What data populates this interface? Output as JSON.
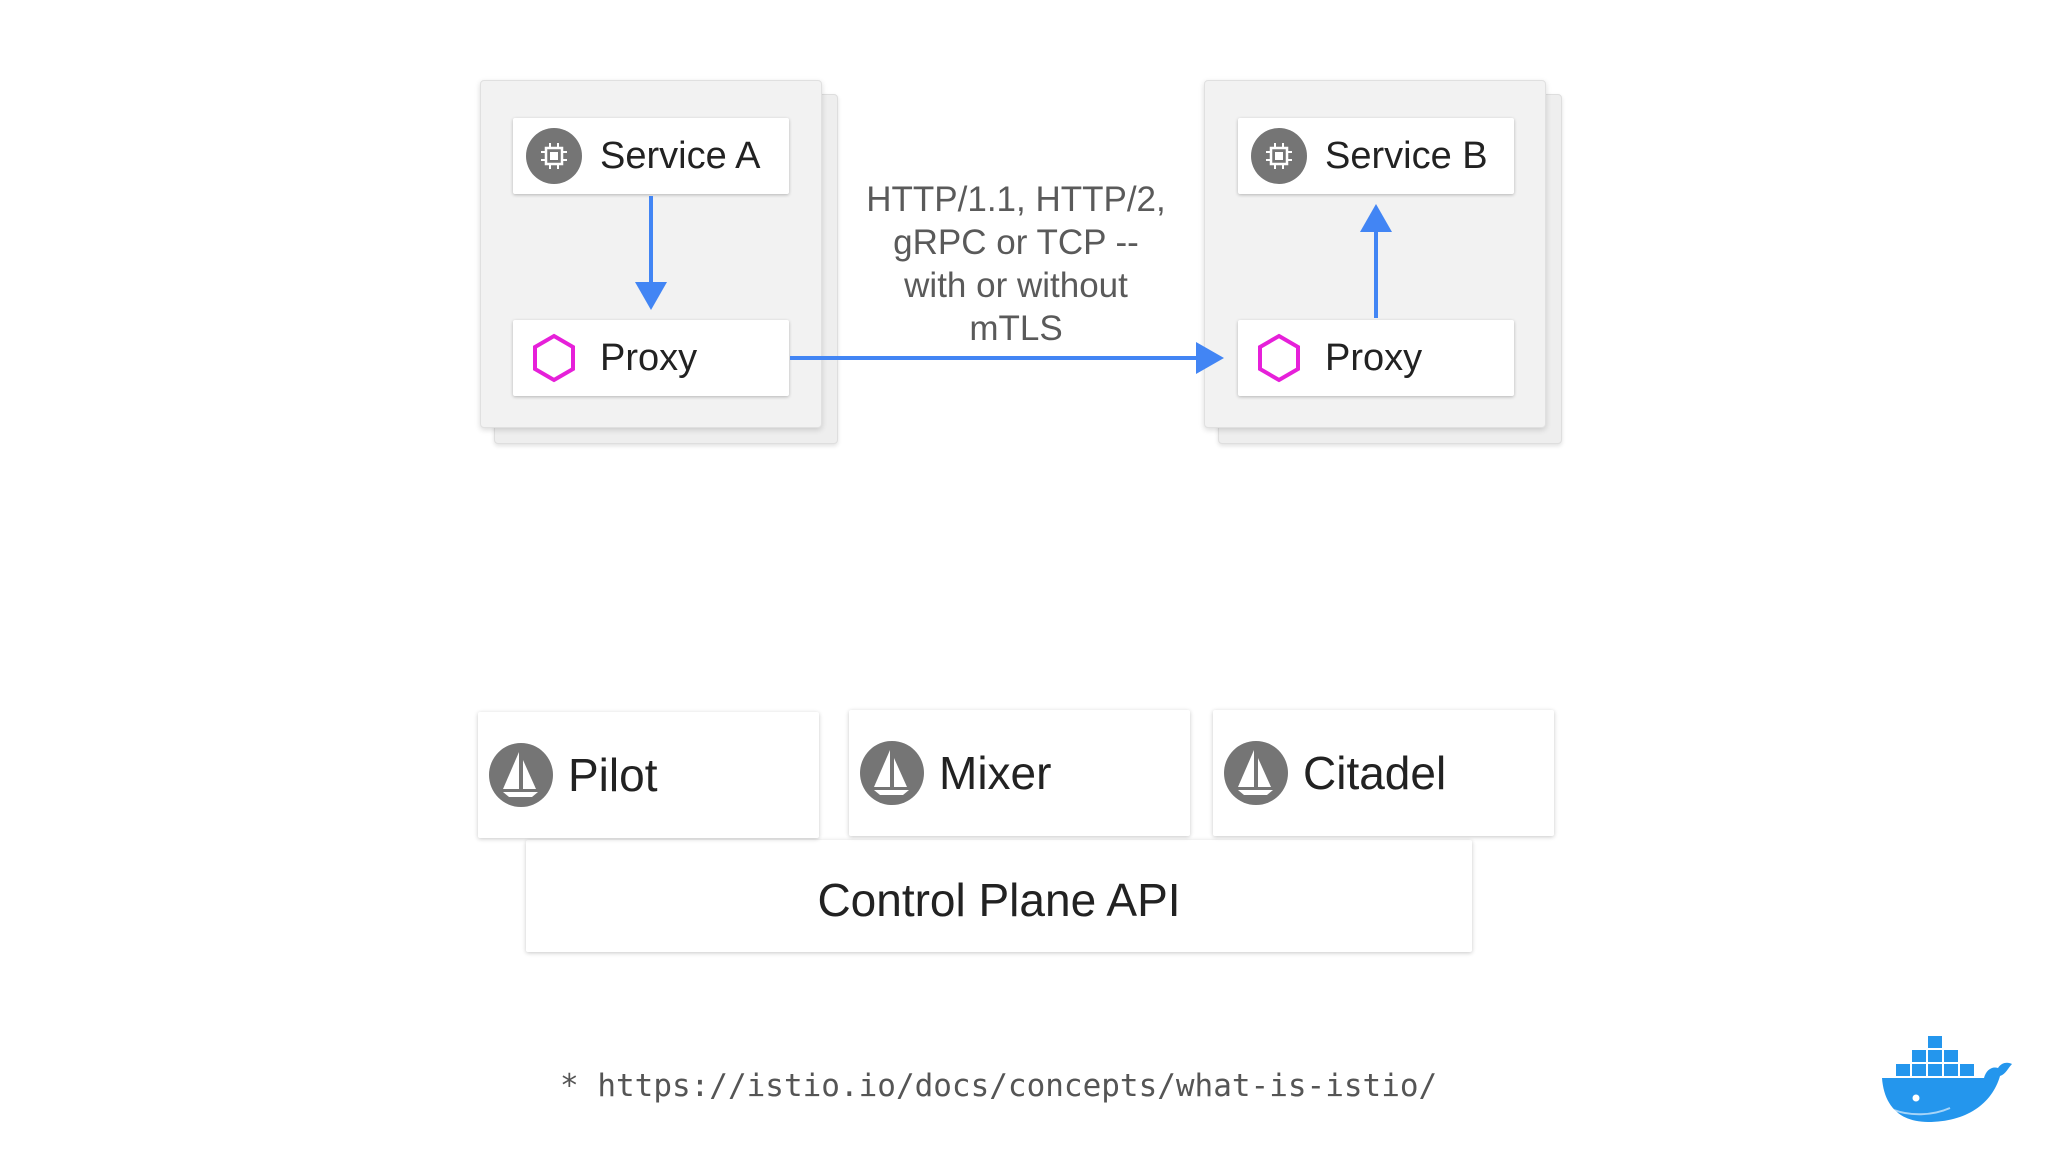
{
  "pods": [
    {
      "service_label": "Service A",
      "proxy_label": "Proxy"
    },
    {
      "service_label": "Service B",
      "proxy_label": "Proxy"
    }
  ],
  "protocol_note": [
    "HTTP/1.1, HTTP/2,",
    "gRPC or TCP --",
    "with or without",
    "mTLS"
  ],
  "control_plane": {
    "components": [
      {
        "label": "Pilot"
      },
      {
        "label": "Mixer"
      },
      {
        "label": "Citadel"
      }
    ],
    "api_label": "Control Plane API"
  },
  "footnote": "* https://istio.io/docs/concepts/what-is-istio/",
  "colors": {
    "arrow": "#4285f4",
    "proxy_hex": "#e620d9",
    "icon_gray": "#757575",
    "docker_blue": "#2496ed"
  },
  "icons": {
    "service": "chip-icon",
    "proxy": "hexagon-icon",
    "control": "istio-sail-icon",
    "logo": "docker-whale-logo"
  }
}
